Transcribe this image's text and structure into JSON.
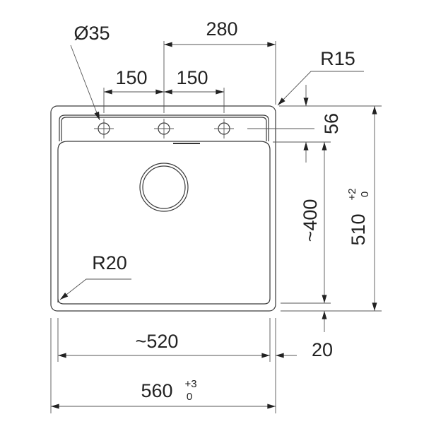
{
  "dimensions": {
    "hole_diameter": "Ø35",
    "hole_span": "280",
    "hole_spacing_left": "150",
    "hole_spacing_right": "150",
    "corner_radius_outer": "R15",
    "ledge_depth": "56",
    "bowl_depth": "~400",
    "overall_depth": "510",
    "overall_depth_tol_upper": "+2",
    "overall_depth_tol_lower": "0",
    "bowl_corner_radius": "R20",
    "bowl_width": "~520",
    "rim_width": "20",
    "overall_width": "560",
    "overall_width_tol_upper": "+3",
    "overall_width_tol_lower": "0"
  }
}
